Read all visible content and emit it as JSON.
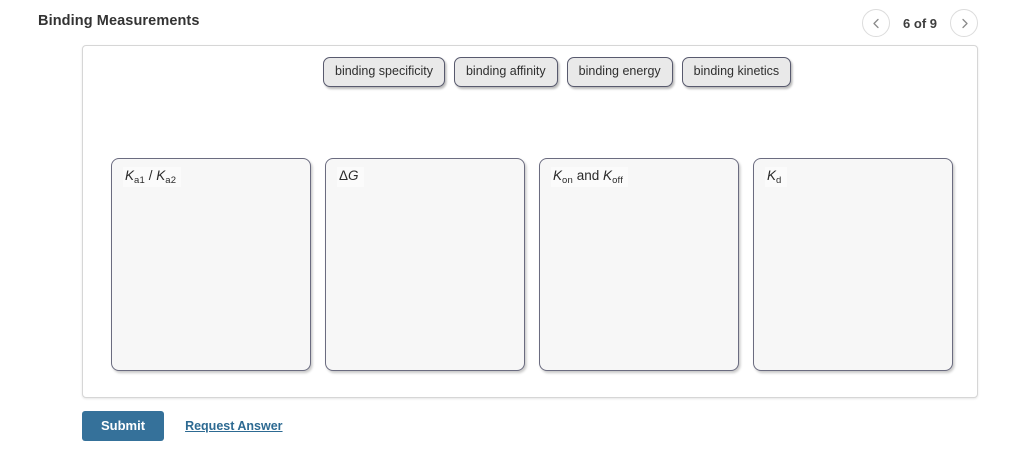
{
  "header": {
    "title": "Binding Measurements",
    "pager": {
      "prev_icon": "chevron-left-icon",
      "next_icon": "chevron-right-icon",
      "label": "6 of 9",
      "current": 6,
      "total": 9
    }
  },
  "chips": [
    {
      "label": "binding specificity"
    },
    {
      "label": "binding affinity"
    },
    {
      "label": "binding energy"
    },
    {
      "label": "binding kinetics"
    }
  ],
  "dropzones": [
    {
      "label_html": "<i>K</i><sub>a1</sub> / <i>K</i><sub>a2</sub>",
      "label_text": "Ka1 / Ka2",
      "content": ""
    },
    {
      "label_html": "Δ<i>G</i>",
      "label_text": "ΔG",
      "content": ""
    },
    {
      "label_html": "<i>K</i><sub>on</sub> <span class=\"up\">and</span> <i>K</i><sub>off</sub>",
      "label_text": "Kon and Koff",
      "content": ""
    },
    {
      "label_html": "<i>K</i><sub>d</sub>",
      "label_text": "Kd",
      "content": ""
    }
  ],
  "footer": {
    "submit_label": "Submit",
    "request_answer_label": "Request Answer"
  },
  "colors": {
    "submit_background": "#35719a",
    "link": "#2d6a92",
    "chip_background": "#e9e9e9",
    "chip_border": "#585a6e",
    "dropzone_background": "#f7f7f7",
    "dropzone_border": "#6b6c80",
    "panel_border": "#d6d6d6",
    "title_text": "#333333"
  }
}
